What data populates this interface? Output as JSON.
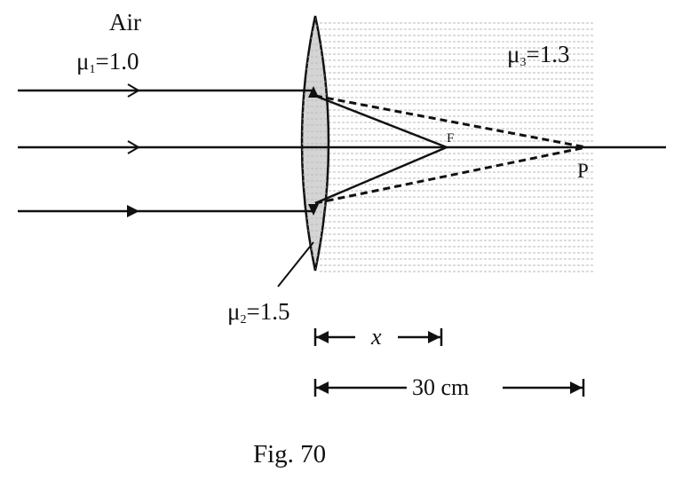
{
  "media": {
    "air_label": "Air",
    "mu1_symbol": "μ",
    "mu1_sub": "1",
    "mu1_value": "=1.0",
    "mu2_symbol": "μ",
    "mu2_sub": "2",
    "mu2_value": "=1.5",
    "mu3_symbol": "μ",
    "mu3_sub": "3",
    "mu3_value": "=1.3"
  },
  "points": {
    "focus_label": "F",
    "image_label": "P"
  },
  "dimensions": {
    "x_label": "x",
    "distance_label": "30 cm"
  },
  "caption": "Fig. 70",
  "colors": {
    "ink": "#111111",
    "lens_fill": "#d4d4d4",
    "medium_lines": "#b8b8b8"
  }
}
